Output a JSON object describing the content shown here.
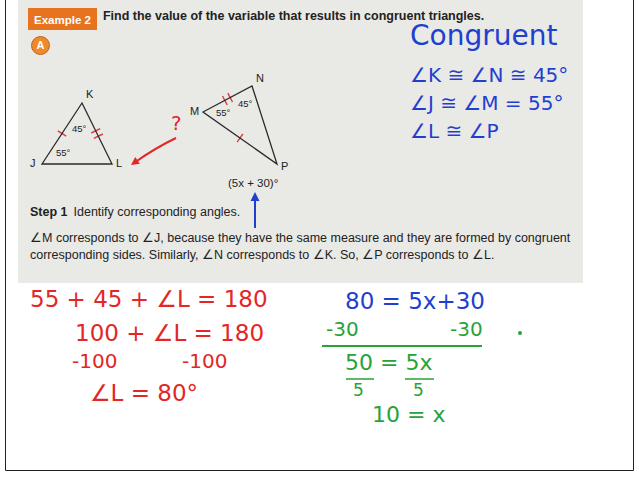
{
  "diagram": {
    "nodes": [
      {
        "text": [
          "Example 2"
        ]
      },
      {
        "text": [
          "A"
        ]
      },
      {
        "text": [
          "45°",
          "55°"
        ]
      },
      {
        "text": [
          "45°",
          "55°"
        ]
      }
    ],
    "labels": [
      "Find the value of the variable that results in congruent triangles.",
      "K",
      "J",
      "L",
      "?",
      "N",
      "M",
      "P",
      "(5x + 30)°",
      "Step 1",
      "Identify corresponding angles.",
      "∠M corresponds to ∠J, because they have the same measure and they are formed by congruent corresponding sides. Similarly, ∠N corresponds to ∠K. So, ∠P corresponds to ∠L.",
      "Congruent",
      "∠K ≅ ∠N ≅ 45°",
      "∠J ≅ ∠M = 55°",
      "∠L ≅ ∠P",
      "55 + 45 + ∠L = 180",
      "100 + ∠L = 180",
      "-100",
      "-100",
      "∠L = 80°",
      "80 = 5x+30",
      "-30",
      "-30",
      "50 = 5x",
      "5",
      "5",
      "10 = x"
    ]
  }
}
